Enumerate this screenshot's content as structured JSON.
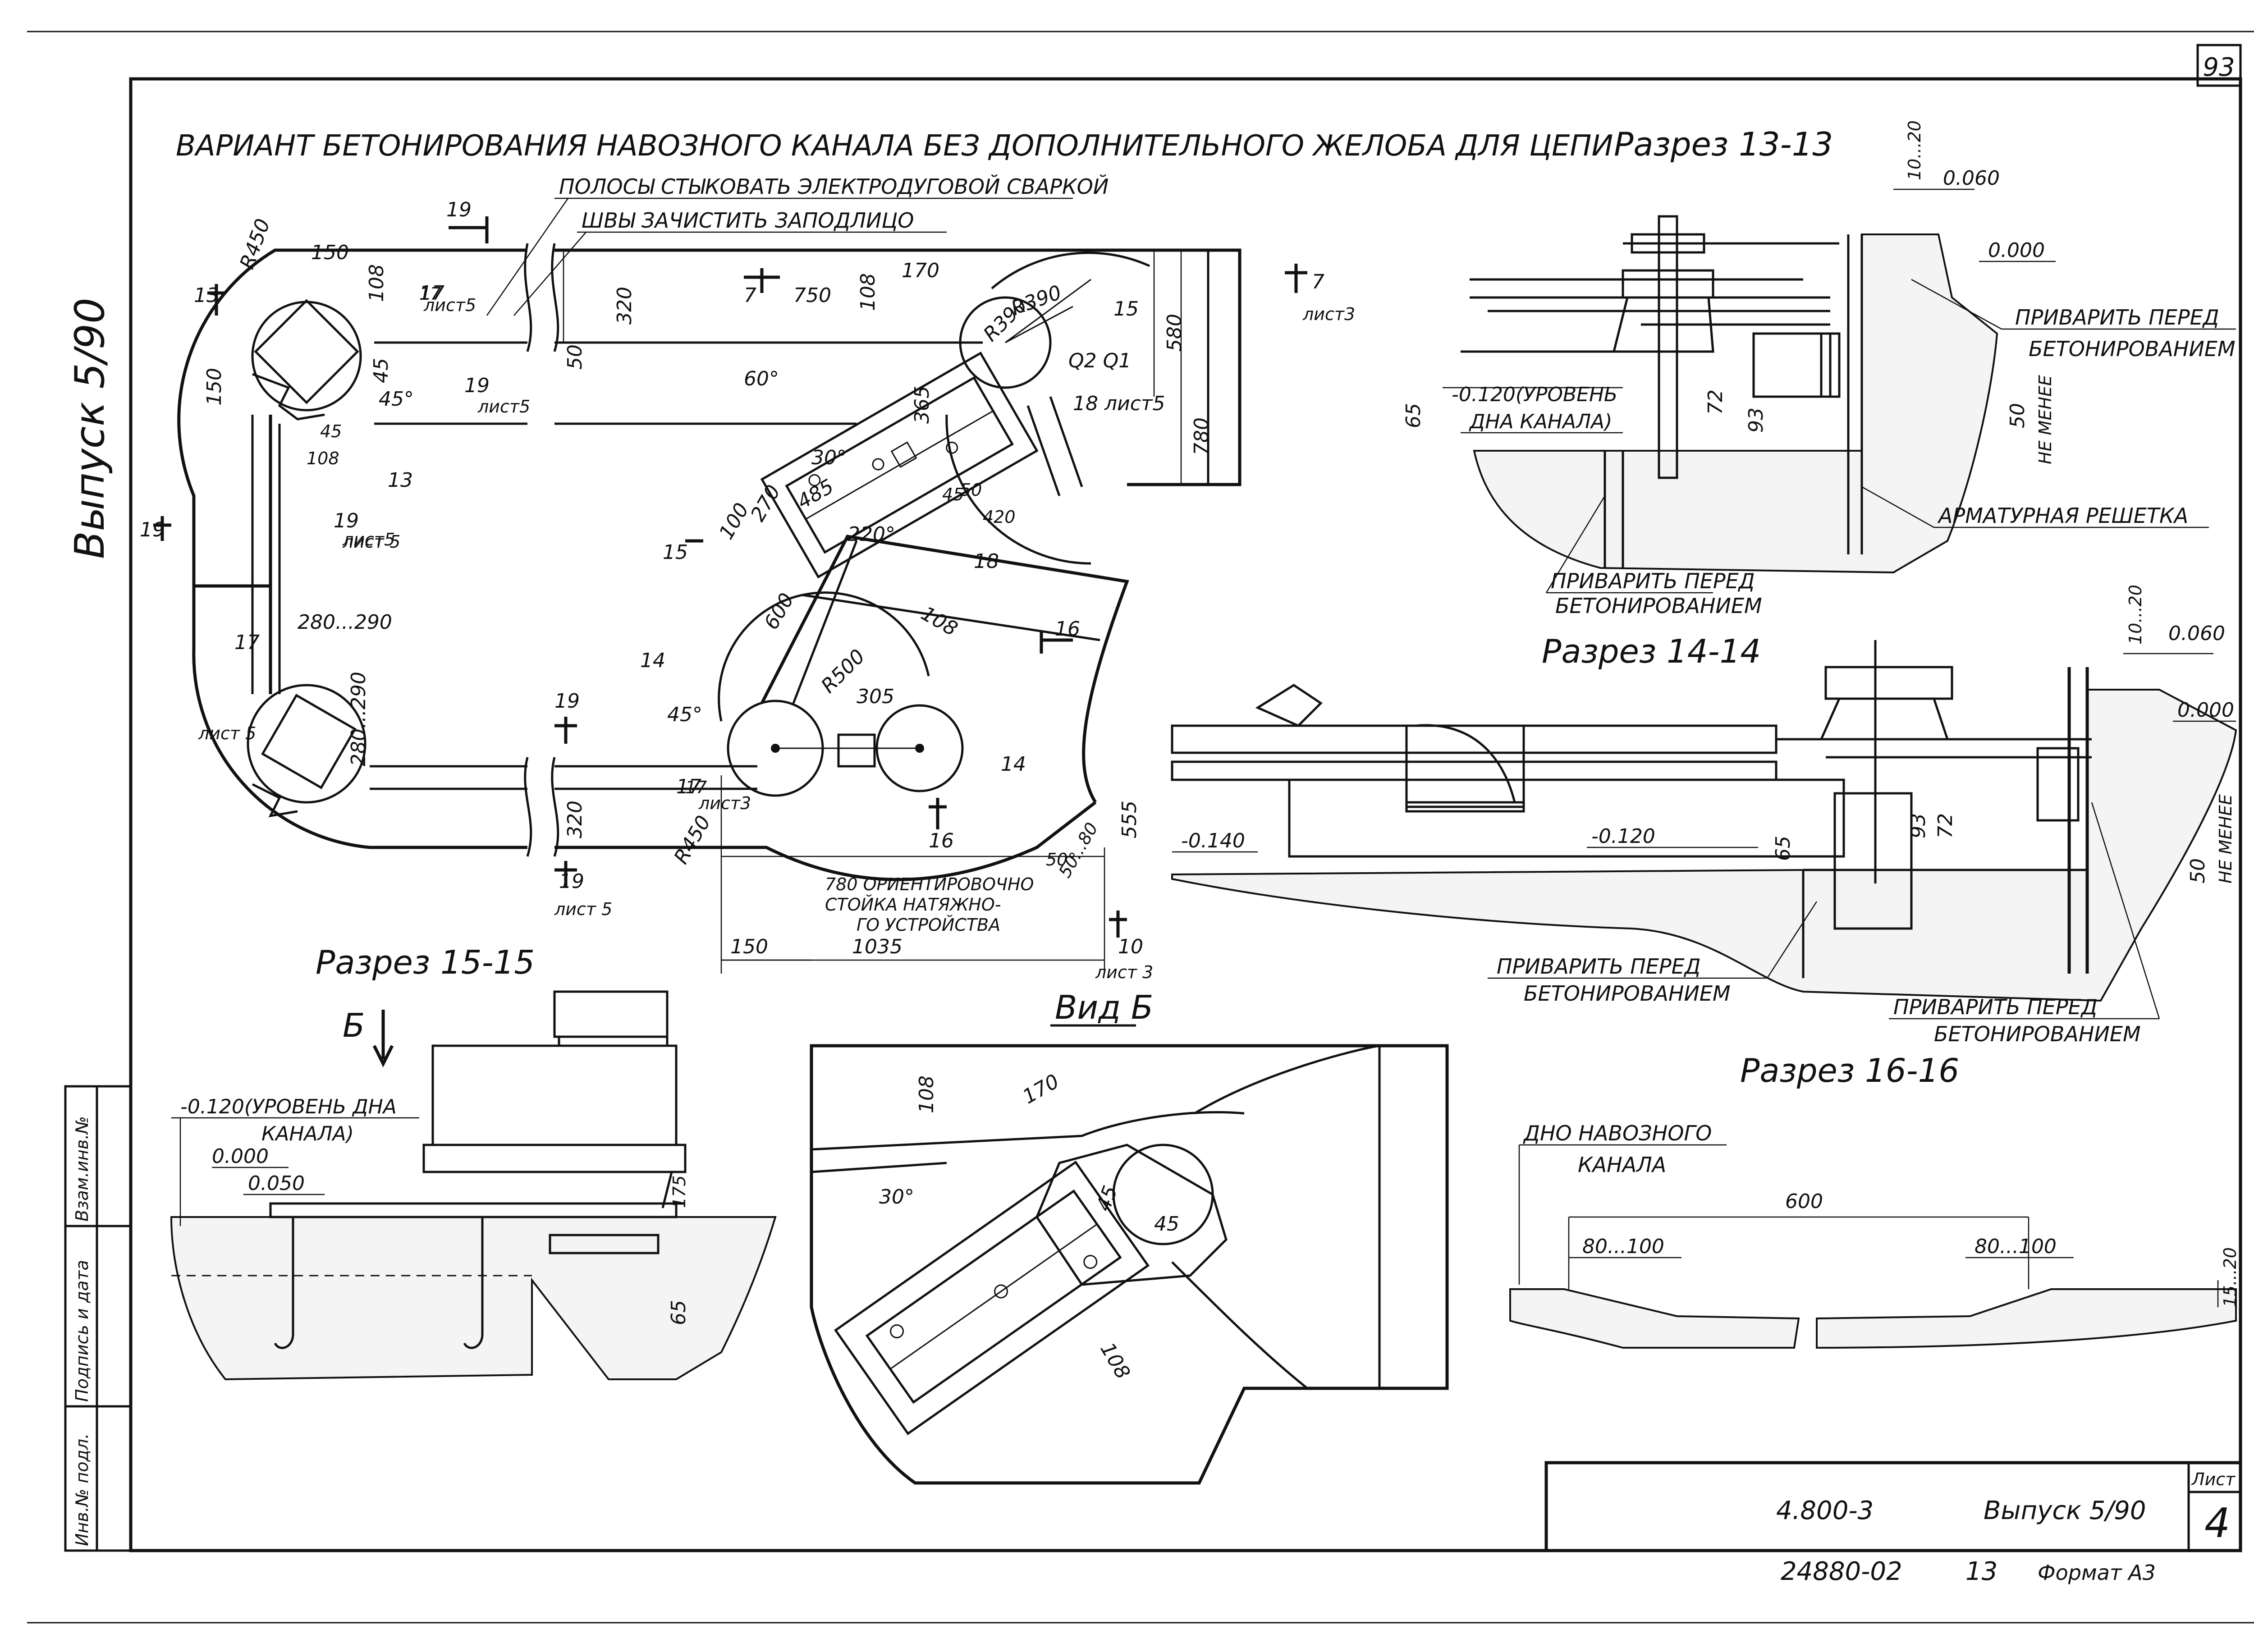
{
  "sheet": {
    "page_number": "93",
    "side_label": "Выпуск 5/90",
    "title": "ВАРИАНТ БЕТОНИРОВАНИЯ НАВОЗНОГО КАНАЛА БЕЗ ДОПОЛНИТЕЛЬНОГО ЖЕЛОБА ДЛЯ ЦЕПИ",
    "note_weld": "ПОЛОСЫ СТЫКОВАТЬ ЭЛЕКТРОДУГОВОЙ СВАРКОЙ",
    "note_seams": "ШВЫ ЗАЧИСТИТЬ ЗАПОДЛИЦО"
  },
  "plan": {
    "dims": [
      "150",
      "108",
      "45",
      "320",
      "50",
      "780",
      "580",
      "750",
      "170",
      "108",
      "60°",
      "30°",
      "485",
      "365",
      "270",
      "100",
      "50",
      "45",
      "420",
      "220°",
      "600",
      "108",
      "305",
      "R500",
      "R450",
      "R450",
      "R390",
      "R390",
      "45°",
      "45°",
      "280...290",
      "280...290",
      "320",
      "150",
      "108",
      "45",
      "150",
      "1035",
      "555",
      "50...80",
      "50°",
      "17",
      "17"
    ],
    "refs": [
      "19",
      "лист5",
      "17",
      "лист5",
      "13",
      "13",
      "19",
      "лист 5",
      "19",
      "лист5",
      "19",
      "17",
      "лист 5",
      "19",
      "19",
      "лист 5",
      "7",
      "7",
      "лист3",
      "15",
      "15",
      "Q2 Q1",
      "18 лист5",
      "16",
      "14",
      "14",
      "16",
      "18",
      "10",
      "лист 3",
      "17",
      "лист3"
    ],
    "note_stand": "780 ОРИЕНТИРОВОЧНО",
    "note_stand2": "СТОЙКА НАТЯЖНО-",
    "note_stand3": "ГО УСТРОЙСТВА"
  },
  "section_13": {
    "title": "Разрез 13-13",
    "level_top": "0.060",
    "level_zero": "0.000",
    "level_bottom": "-0.120(УРОВЕНЬ",
    "level_bottom2": "ДНА КАНАЛА)",
    "weld_right": "ПРИВАРИТЬ ПЕРЕД",
    "weld_right2": "БЕТОНИРОВАНИЕМ",
    "grid": "АРМАТУРНАЯ РЕШЕТКА",
    "weld_bottom": "ПРИВАРИТЬ ПЕРЕД",
    "weld_bottom2": "БЕТОНИРОВАНИЕМ",
    "dims": [
      "10...20",
      "65",
      "72",
      "93",
      "50",
      "НЕ МЕНЕЕ"
    ]
  },
  "section_14": {
    "title": "Разрез 14-14",
    "level_top": "0.060",
    "level_zero": "0.000",
    "level_left": "-0.140",
    "level_mid": "-0.120",
    "weld_left": "ПРИВАРИТЬ ПЕРЕД",
    "weld_left2": "БЕТОНИРОВАНИЕМ",
    "weld_right": "ПРИВАРИТЬ ПЕРЕД",
    "weld_right2": "БЕТОНИРОВАНИЕМ",
    "dims": [
      "10...20",
      "65",
      "93",
      "72",
      "50",
      "НЕ МЕНЕЕ"
    ]
  },
  "section_15": {
    "title": "Разрез 15-15",
    "view_mark": "Б",
    "level_bottom": "-0.120(УРОВЕНЬ ДНА",
    "level_bottom2": "КАНАЛА)",
    "level_zero": "0.000",
    "level_top": "0.050",
    "dims": [
      "175",
      "65"
    ]
  },
  "view_b": {
    "title": "Вид Б",
    "dims": [
      "108",
      "170",
      "30°",
      "45",
      "45",
      "108"
    ]
  },
  "section_16": {
    "title": "Разрез 16-16",
    "label1": "ДНО НАВОЗНОГО",
    "label2": "КАНАЛА",
    "dims": [
      "600",
      "80...100",
      "80...100",
      "15...20"
    ]
  },
  "side_stamp": [
    "Взам.инв.№",
    "Подпись и дата",
    "Инв.№ подл."
  ],
  "title_block": {
    "doc": "4.800-3",
    "issue": "Выпуск 5/90",
    "sheet_label": "Лист",
    "sheet_no": "4"
  },
  "footer": {
    "code": "24880-02",
    "num": "13",
    "format": "Формат A3"
  }
}
